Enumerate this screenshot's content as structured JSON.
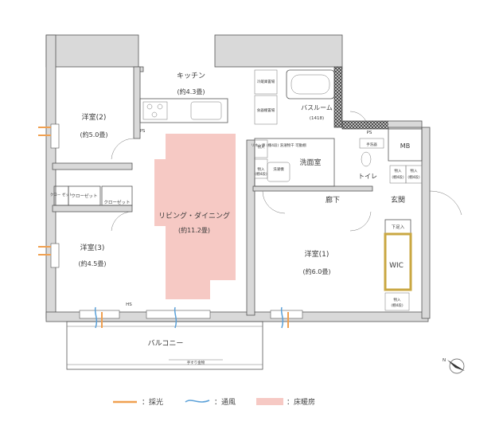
{
  "rooms": {
    "kitchen": {
      "name": "キッチン",
      "size": "(約4.3畳)"
    },
    "bedroom2": {
      "name": "洋室(2)",
      "size": "(約5.0畳)"
    },
    "bedroom3": {
      "name": "洋室(3)",
      "size": "(約4.5畳)"
    },
    "bedroom1": {
      "name": "洋室(1)",
      "size": "(約6.0畳)"
    },
    "living": {
      "name": "リビング・ダイニング",
      "size": "(約11.2畳)"
    },
    "bathroom": {
      "name": "バスルーム",
      "size": "(1418)"
    },
    "washroom": {
      "name": "洗面室"
    },
    "toilet": {
      "name": "トイレ"
    },
    "hallway": {
      "name": "廊下"
    },
    "entrance": {
      "name": "玄関"
    },
    "wic": {
      "name": "WIC"
    },
    "balcony": {
      "name": "バルコニー"
    }
  },
  "labels": {
    "closet_left": "クロー\nゼット",
    "closet": "クローゼット",
    "ps": "PS",
    "hs": "HS",
    "mb": "MB",
    "fridge": "冷蔵庫置場",
    "dish": "食器棚置場",
    "storage": "物入",
    "storage_note": "(棚4段)",
    "storage_mid": "物入",
    "storage_mid_note": "(棚4段)",
    "washing_machine": "洗濯機",
    "laundry_note": "リネン庫\n(棚4段)\n洗濯物干\n可動棚",
    "toilet_shelf": "手洗器",
    "shoe": "下足入",
    "handrail": "手すり金物"
  },
  "legend": {
    "light": "：採光",
    "wind": "：通風",
    "floor_heating": "：床暖房"
  },
  "colors": {
    "floor_heating": "#f6c9c4",
    "light_arrow": "#f0a050",
    "wind_arrow": "#5aa0d8",
    "wall": "#d9d9d9"
  }
}
